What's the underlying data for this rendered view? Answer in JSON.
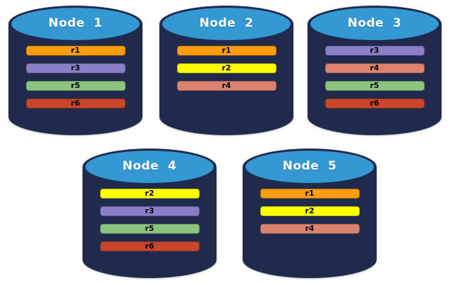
{
  "colors": {
    "background": "#FFFFFF",
    "cylinder_body": "#1F2A4C",
    "cylinder_top": "#3499D3",
    "title_text": "#FFFFFF",
    "bar_text": "#000000",
    "replicas": {
      "r1": "#F99D0D",
      "r2": "#FFFF00",
      "r3": "#8B7EC8",
      "r4": "#DC8370",
      "r5": "#8BC47F",
      "r6": "#C84528"
    }
  },
  "nodes": [
    {
      "label": "Node  1",
      "replicas": [
        "r1",
        "r3",
        "r5",
        "r6"
      ]
    },
    {
      "label": "Node  2",
      "replicas": [
        "r1",
        "r2",
        "r4"
      ]
    },
    {
      "label": "Node  3",
      "replicas": [
        "r3",
        "r4",
        "r5",
        "r6"
      ]
    },
    {
      "label": "Node  4",
      "replicas": [
        "r2",
        "r3",
        "r5",
        "r6"
      ]
    },
    {
      "label": "Node  5",
      "replicas": [
        "r1",
        "r2",
        "r4"
      ]
    }
  ]
}
